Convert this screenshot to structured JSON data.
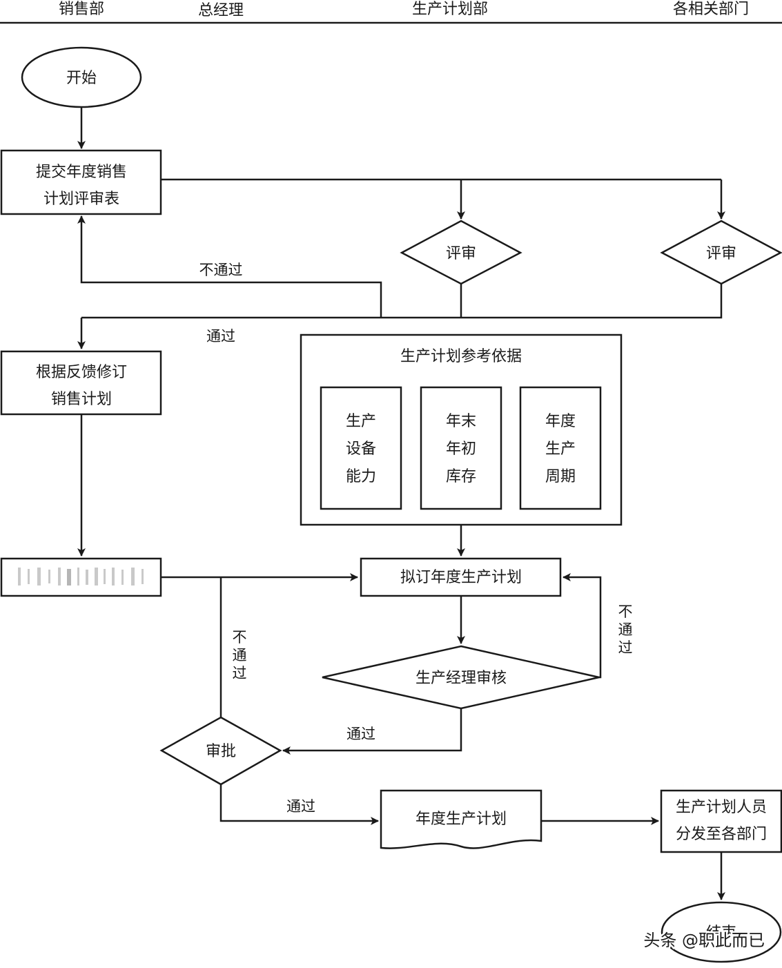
{
  "header": {
    "lanes": [
      "销售部",
      "总经理",
      "生产计划部",
      "各相关部门"
    ]
  },
  "nodes": {
    "start": "开始",
    "submit": [
      "提交年度销售",
      "计划评审表"
    ],
    "review_prod": "评审",
    "review_dept": "评审",
    "revise": [
      "根据反馈修订",
      "销售计划"
    ],
    "basis_title": "生产计划参考依据",
    "basis_items": [
      [
        "生产",
        "设备",
        "能力"
      ],
      [
        "年末",
        "年初",
        "库存"
      ],
      [
        "年度",
        "生产",
        "周期"
      ]
    ],
    "draft": "拟订年度生产计划",
    "mgr_review": "生产经理审核",
    "approve": "审批",
    "annual_plan": "年度生产计划",
    "distribute": [
      "生产计划人员",
      "分发至各部门"
    ],
    "end": "结束"
  },
  "edge_labels": {
    "reject_top": "不通过",
    "pass_top": "通过",
    "reject_left": [
      "不",
      "通",
      "过"
    ],
    "reject_right": [
      "不",
      "通",
      "过"
    ],
    "pass_mgr": "通过",
    "pass_approve": "通过"
  },
  "watermark": "头条 @职此而已"
}
